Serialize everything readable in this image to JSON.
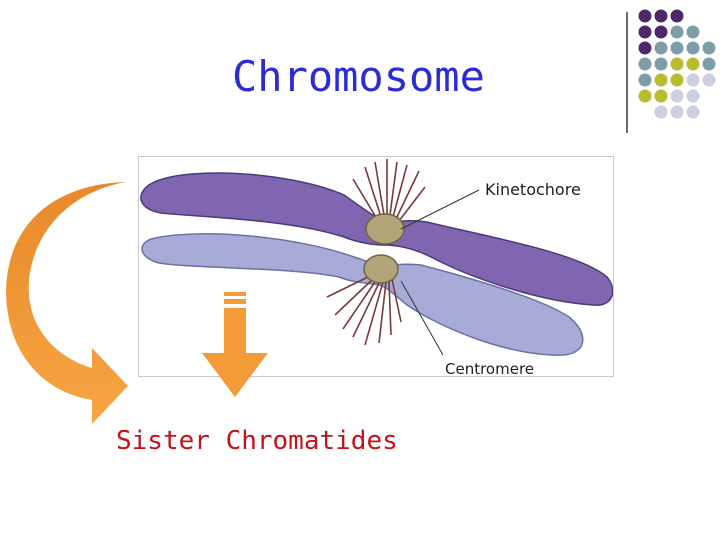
{
  "slide": {
    "title": "Chromosome",
    "caption": "Sister Chromatides"
  },
  "figure": {
    "labels": {
      "kinetochore": "Kinetochore",
      "centromere": "Centromere"
    }
  },
  "colors": {
    "title": "#2c2cd6",
    "caption": "#c0141a",
    "upper_chromatid": "#8066b0",
    "lower_chromatid": "#a7abd6",
    "centromere": "#b0a478",
    "arrow": "#f29b38",
    "dot_purple": "#4f2a66",
    "dot_teal": "#7d9ea8",
    "dot_olive": "#b7bd2e",
    "dot_lavender": "#cacfe4"
  },
  "icons": {
    "decoration": "dot-grid",
    "arrows": [
      "curved-arrow",
      "down-arrow"
    ]
  }
}
